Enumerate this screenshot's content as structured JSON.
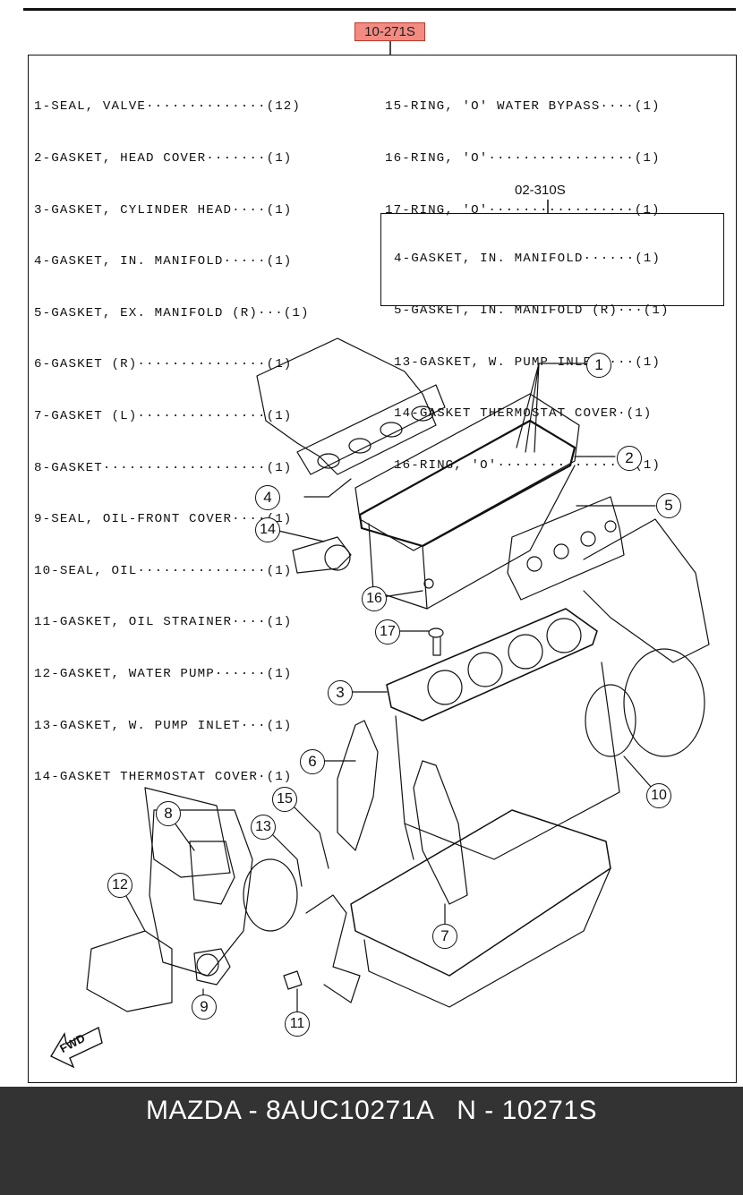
{
  "header": {
    "assembly_code": "10-271S"
  },
  "parts_list_left": [
    "1-SEAL, VALVE··············(12)",
    "2-GASKET, HEAD COVER·······(1)",
    "3-GASKET, CYLINDER HEAD····(1)",
    "4-GASKET, IN. MANIFOLD·····(1)",
    "5-GASKET, EX. MANIFOLD (R)···(1)",
    "6-GASKET (R)···············(1)",
    "7-GASKET (L)···············(1)",
    "8-GASKET···················(1)",
    "9-SEAL, OIL-FRONT COVER····(1)",
    "10-SEAL, OIL···············(1)",
    "11-GASKET, OIL STRAINER····(1)",
    "12-GASKET, WATER PUMP······(1)",
    "13-GASKET, W. PUMP INLET···(1)",
    "14-GASKET THERMOSTAT COVER·(1)"
  ],
  "parts_list_right": [
    "15-RING, 'O' WATER BYPASS····(1)",
    "16-RING, 'O'·················(1)",
    "17-RING, 'O'·················(1)"
  ],
  "sub_kit": {
    "code": "02-310S",
    "items": [
      "4-GASKET, IN. MANIFOLD······(1)",
      "5-GASKET, IN. MANIFOLD (R)···(1)",
      "13-GASKET, W. PUMP INLET····(1)",
      "14-GASKET THERMOSTAT COVER·(1)",
      "16-RING, 'O'················(1)"
    ]
  },
  "diagram": {
    "callouts": [
      "1",
      "2",
      "3",
      "4",
      "5",
      "6",
      "7",
      "8",
      "9",
      "10",
      "11",
      "12",
      "13",
      "14",
      "15",
      "16",
      "17"
    ],
    "fwd_label": "FWD"
  },
  "footer": {
    "text": "MAZDA - 8AUC10271A   N - 10271S"
  }
}
